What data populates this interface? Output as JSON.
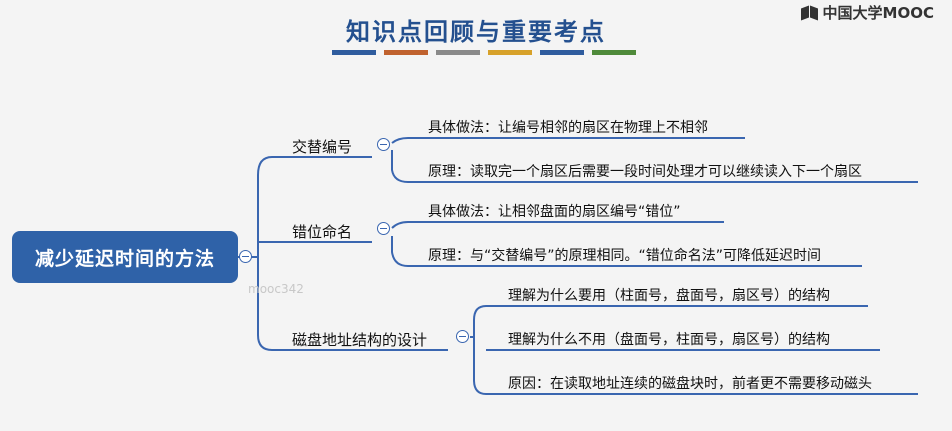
{
  "header": {
    "title": "知识点回顾与重要考点",
    "bar_colors": [
      "#2f5c9e",
      "#c0622e",
      "#8a8a8a",
      "#d7a12a",
      "#2f5c9e",
      "#4f8a3a"
    ]
  },
  "brand": {
    "name": "中国大学MOOC"
  },
  "mindmap": {
    "root": "减少延迟时间的方法",
    "branches": [
      {
        "label": "交替编号",
        "children": [
          "具体做法：让编号相邻的扇区在物理上不相邻",
          "原理：读取完一个扇区后需要一段时间处理才可以继续读入下一个扇区"
        ]
      },
      {
        "label": "错位命名",
        "children": [
          "具体做法：让相邻盘面的扇区编号“错位”",
          "原理：与“交替编号”的原理相同。“错位命名法”可降低延迟时间"
        ]
      },
      {
        "label": "磁盘地址结构的设计",
        "children": [
          "理解为什么要用（柱面号，盘面号，扇区号）的结构",
          "理解为什么不用（盘面号，柱面号，扇区号）的结构",
          "原因：在读取地址连续的磁盘块时，前者更不需要移动磁头"
        ]
      }
    ]
  },
  "watermark": "mooc342"
}
